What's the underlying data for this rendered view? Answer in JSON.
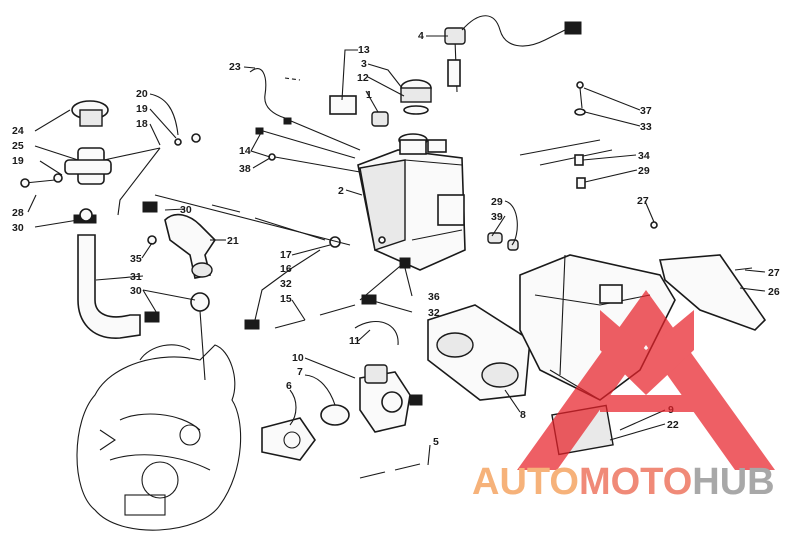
{
  "callouts": [
    "1",
    "2",
    "3",
    "4",
    "5",
    "6",
    "7",
    "8",
    "9",
    "10",
    "11",
    "12",
    "13",
    "14",
    "15",
    "16",
    "17",
    "18",
    "19",
    "19",
    "20",
    "21",
    "22",
    "23",
    "24",
    "25",
    "26",
    "27",
    "27",
    "28",
    "29",
    "29",
    "30",
    "30",
    "30",
    "31",
    "32",
    "32",
    "33",
    "34",
    "35",
    "36",
    "37",
    "38",
    "39"
  ],
  "watermark": {
    "part_a": "AUTO",
    "part_b": "MOTO",
    "part_c": "HUB",
    "colors": {
      "triangle": "#e8222a",
      "auto": "#f6a55e",
      "moto": "#ec6a55",
      "hub": "#9a9a9a"
    }
  }
}
